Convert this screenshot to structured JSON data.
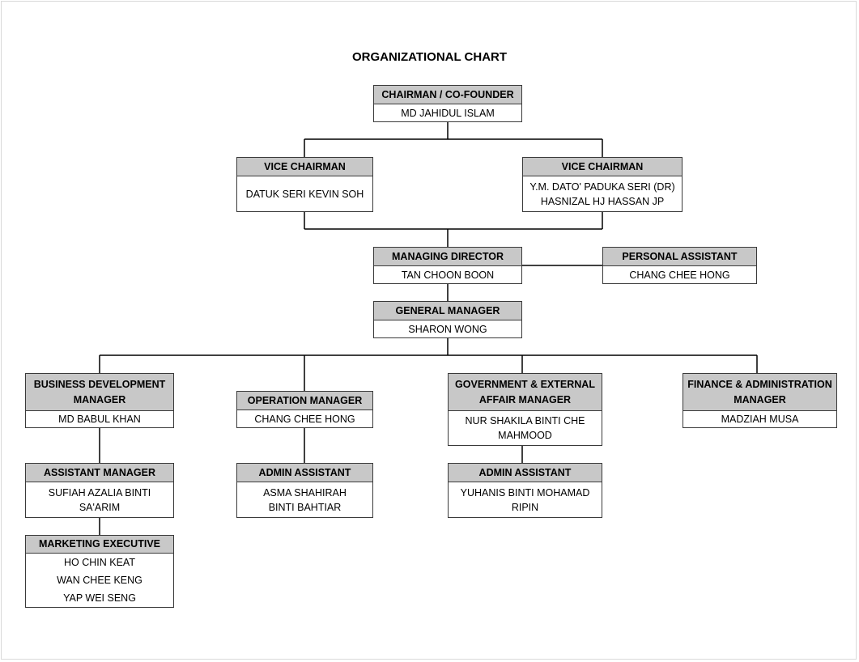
{
  "title": "ORGANIZATIONAL CHART",
  "nodes": {
    "chairman": {
      "role": "CHAIRMAN / CO-FOUNDER",
      "names": [
        "MD JAHIDUL ISLAM"
      ]
    },
    "vice_chairman_1": {
      "role": "VICE CHAIRMAN",
      "names": [
        "DATUK SERI KEVIN SOH"
      ]
    },
    "vice_chairman_2": {
      "role": "VICE CHAIRMAN",
      "names": [
        "Y.M. DATO' PADUKA SERI (DR)",
        "HASNIZAL HJ HASSAN JP"
      ]
    },
    "managing_director": {
      "role": "MANAGING DIRECTOR",
      "names": [
        "TAN CHOON BOON"
      ]
    },
    "personal_assistant": {
      "role": "PERSONAL ASSISTANT",
      "names": [
        "CHANG CHEE HONG"
      ]
    },
    "general_manager": {
      "role": "GENERAL MANAGER",
      "names": [
        "SHARON WONG"
      ]
    },
    "business_development_manager": {
      "role": "BUSINESS DEVELOPMENT MANAGER",
      "names": [
        "MD BABUL KHAN"
      ]
    },
    "operation_manager": {
      "role": "OPERATION MANAGER",
      "names": [
        "CHANG CHEE HONG"
      ]
    },
    "government_external_affair_manager": {
      "role": "GOVERNMENT & EXTERNAL AFFAIR MANAGER",
      "names": [
        "NUR SHAKILA BINTI CHE MAHMOOD"
      ]
    },
    "finance_administration_manager": {
      "role": "FINANCE & ADMINISTRATION MANAGER",
      "names": [
        "MADZIAH MUSA"
      ]
    },
    "assistant_manager": {
      "role": "ASSISTANT MANAGER",
      "names": [
        "SUFIAH AZALIA BINTI SA'ARIM"
      ]
    },
    "admin_assistant_operation": {
      "role": "ADMIN ASSISTANT",
      "names": [
        "ASMA SHAHIRAH BINTI BAHTIAR"
      ]
    },
    "admin_assistant_government": {
      "role": "ADMIN ASSISTANT",
      "names": [
        "YUHANIS BINTI MOHAMAD RIPIN"
      ]
    },
    "marketing_executive": {
      "role": "MARKETING EXECUTIVE",
      "names": [
        "HO CHIN KEAT",
        "WAN CHEE KENG",
        "YAP WEI SENG"
      ]
    }
  },
  "colors": {
    "header_fill": "#c8c8c8",
    "border": "#3a3a3a",
    "connector": "#000000"
  }
}
